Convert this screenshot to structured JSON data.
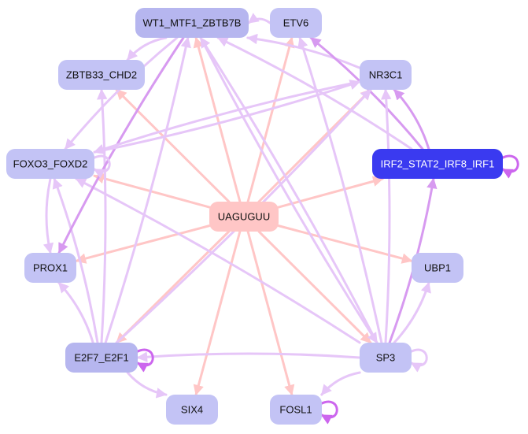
{
  "colors": {
    "node_default": "#c3c3f5",
    "node_dark": "#b6b6ef",
    "node_hub": "#ffc6c6",
    "node_highlight": "#3a3af0",
    "edge_tf": "#e6c6f8",
    "edge_tf_strong": "#d79af0",
    "edge_self": "#cc66ee",
    "edge_mirna": "#ffc6c6"
  },
  "nodes": [
    {
      "id": "WT1",
      "label": "WT1_MTF1_ZBTB7B",
      "style": "dark"
    },
    {
      "id": "ETV6",
      "label": "ETV6",
      "style": "default"
    },
    {
      "id": "ZBTB33",
      "label": "ZBTB33_CHD2",
      "style": "default"
    },
    {
      "id": "NR3C1",
      "label": "NR3C1",
      "style": "default"
    },
    {
      "id": "FOXO3",
      "label": "FOXO3_FOXD2",
      "style": "default"
    },
    {
      "id": "IRF2",
      "label": "IRF2_STAT2_IRF8_IRF1",
      "style": "highlight"
    },
    {
      "id": "UAGUGUU",
      "label": "UAGUGUU",
      "style": "hub"
    },
    {
      "id": "PROX1",
      "label": "PROX1",
      "style": "default"
    },
    {
      "id": "UBP1",
      "label": "UBP1",
      "style": "default"
    },
    {
      "id": "E2F7",
      "label": "E2F7_E2F1",
      "style": "dark"
    },
    {
      "id": "SP3",
      "label": "SP3",
      "style": "default"
    },
    {
      "id": "SIX4",
      "label": "SIX4",
      "style": "default"
    },
    {
      "id": "FOSL1",
      "label": "FOSL1",
      "style": "default"
    }
  ],
  "edges": [
    {
      "from": "UAGUGUU",
      "to": "WT1",
      "kind": "mirna"
    },
    {
      "from": "UAGUGUU",
      "to": "ETV6",
      "kind": "mirna"
    },
    {
      "from": "UAGUGUU",
      "to": "ZBTB33",
      "kind": "mirna"
    },
    {
      "from": "UAGUGUU",
      "to": "NR3C1",
      "kind": "mirna"
    },
    {
      "from": "UAGUGUU",
      "to": "FOXO3",
      "kind": "mirna"
    },
    {
      "from": "UAGUGUU",
      "to": "IRF2",
      "kind": "mirna"
    },
    {
      "from": "UAGUGUU",
      "to": "PROX1",
      "kind": "mirna"
    },
    {
      "from": "UAGUGUU",
      "to": "UBP1",
      "kind": "mirna"
    },
    {
      "from": "UAGUGUU",
      "to": "E2F7",
      "kind": "mirna"
    },
    {
      "from": "UAGUGUU",
      "to": "SP3",
      "kind": "mirna"
    },
    {
      "from": "UAGUGUU",
      "to": "SIX4",
      "kind": "mirna"
    },
    {
      "from": "UAGUGUU",
      "to": "FOSL1",
      "kind": "mirna"
    },
    {
      "from": "ETV6",
      "to": "WT1",
      "kind": "tf"
    },
    {
      "from": "NR3C1",
      "to": "WT1",
      "kind": "tf"
    },
    {
      "from": "IRF2",
      "to": "WT1",
      "kind": "tf"
    },
    {
      "from": "IRF2",
      "to": "ETV6",
      "kind": "tf_strong"
    },
    {
      "from": "IRF2",
      "to": "NR3C1",
      "kind": "tf_strong"
    },
    {
      "from": "SP3",
      "to": "WT1",
      "kind": "tf"
    },
    {
      "from": "SP3",
      "to": "ETV6",
      "kind": "tf"
    },
    {
      "from": "SP3",
      "to": "NR3C1",
      "kind": "tf"
    },
    {
      "from": "SP3",
      "to": "IRF2",
      "kind": "tf_strong"
    },
    {
      "from": "SP3",
      "to": "UBP1",
      "kind": "tf"
    },
    {
      "from": "SP3",
      "to": "FOXO3",
      "kind": "tf"
    },
    {
      "from": "SP3",
      "to": "E2F7",
      "kind": "tf"
    },
    {
      "from": "SP3",
      "to": "FOSL1",
      "kind": "tf"
    },
    {
      "from": "E2F7",
      "to": "WT1",
      "kind": "tf"
    },
    {
      "from": "E2F7",
      "to": "NR3C1",
      "kind": "tf"
    },
    {
      "from": "E2F7",
      "to": "FOXO3",
      "kind": "tf"
    },
    {
      "from": "E2F7",
      "to": "PROX1",
      "kind": "tf"
    },
    {
      "from": "E2F7",
      "to": "SIX4",
      "kind": "tf"
    },
    {
      "from": "E2F7",
      "to": "ZBTB33",
      "kind": "tf"
    },
    {
      "from": "WT1",
      "to": "ZBTB33",
      "kind": "tf"
    },
    {
      "from": "WT1",
      "to": "FOXO3",
      "kind": "tf"
    },
    {
      "from": "WT1",
      "to": "PROX1",
      "kind": "tf_strong"
    },
    {
      "from": "WT1",
      "to": "SP3",
      "kind": "tf"
    },
    {
      "from": "NR3C1",
      "to": "FOXO3",
      "kind": "tf"
    },
    {
      "from": "FOXO3",
      "to": "PROX1",
      "kind": "tf"
    },
    {
      "from": "FOXO3",
      "to": "NR3C1",
      "kind": "tf"
    },
    {
      "from": "IRF2",
      "to": "IRF2",
      "kind": "self_strong"
    },
    {
      "from": "E2F7",
      "to": "E2F7",
      "kind": "self_strong"
    },
    {
      "from": "SP3",
      "to": "SP3",
      "kind": "self"
    },
    {
      "from": "FOSL1",
      "to": "FOSL1",
      "kind": "self_strong"
    },
    {
      "from": "FOXO3",
      "to": "FOXO3",
      "kind": "self"
    }
  ]
}
